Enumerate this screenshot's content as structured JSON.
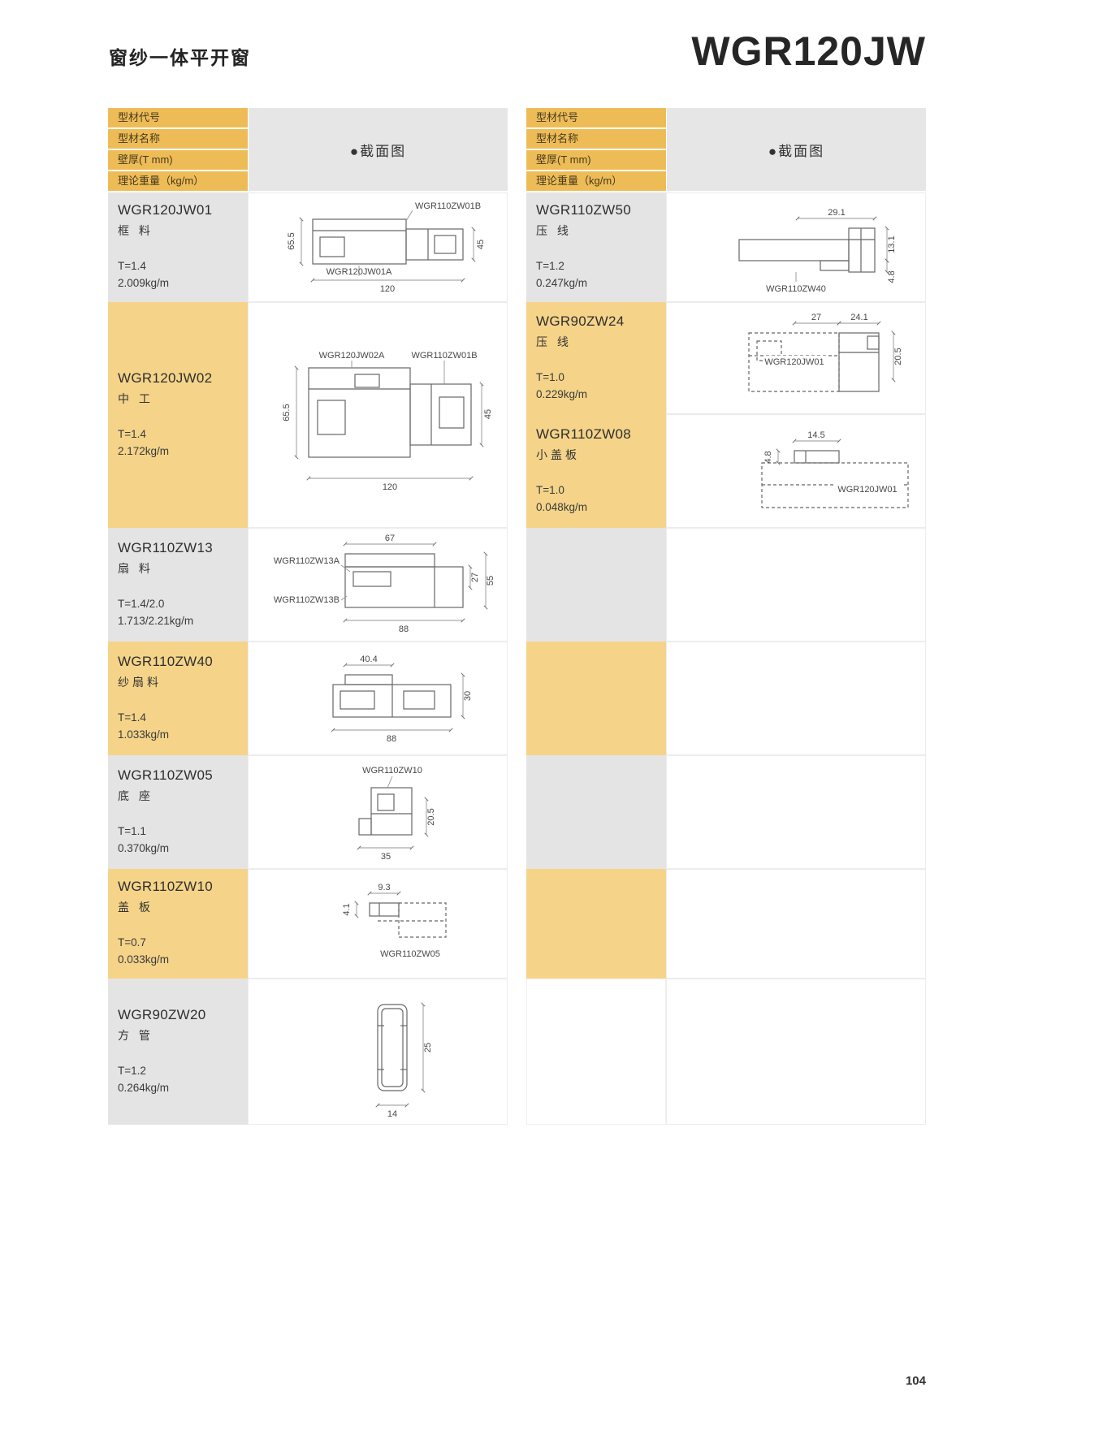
{
  "page": {
    "title": "窗纱一体平开窗",
    "model": "WGR120JW",
    "page_number": "104"
  },
  "header": {
    "col_rows": [
      "型材代号",
      "型材名称",
      "壁厚(T mm)",
      "理论重量（kg/m）"
    ],
    "section_label": "●截面图"
  },
  "left_rows": [
    {
      "code": "WGR120JW01",
      "name": "框 料",
      "thickness": "T=1.4",
      "weight": "2.009kg/m",
      "labels": {
        "a": "WGR110ZW01B",
        "b": "WGR120JW01A"
      },
      "dims": {
        "h_left": "65.5",
        "h_right": "45",
        "w_bottom": "120"
      }
    },
    {
      "code": "WGR120JW02",
      "name": "中 工",
      "thickness": "T=1.4",
      "weight": "2.172kg/m",
      "labels": {
        "a": "WGR120JW02A",
        "b": "WGR110ZW01B"
      },
      "dims": {
        "h_left": "65.5",
        "h_right": "45",
        "w_bottom": "120"
      }
    },
    {
      "code": "WGR110ZW13",
      "name": "扇 料",
      "thickness": "T=1.4/2.0",
      "weight": "1.713/2.21kg/m",
      "labels": {
        "a": "WGR110ZW13A",
        "b": "WGR110ZW13B"
      },
      "dims": {
        "w_top": "67",
        "h_inner": "27",
        "h_outer": "55",
        "w_bottom": "88"
      }
    },
    {
      "code": "WGR110ZW40",
      "name": "纱扇料",
      "thickness": "T=1.4",
      "weight": "1.033kg/m",
      "dims": {
        "w_top": "40.4",
        "h_right": "30",
        "w_bottom": "88"
      }
    },
    {
      "code": "WGR110ZW05",
      "name": "底 座",
      "thickness": "T=1.1",
      "weight": "0.370kg/m",
      "labels": {
        "a": "WGR110ZW10"
      },
      "dims": {
        "h_right": "20.5",
        "w_bottom": "35"
      }
    },
    {
      "code": "WGR110ZW10",
      "name": "盖 板",
      "thickness": "T=0.7",
      "weight": "0.033kg/m",
      "labels": {
        "a": "WGR110ZW05"
      },
      "dims": {
        "w_top": "9.3",
        "h_left": "4.1"
      }
    },
    {
      "code": "WGR90ZW20",
      "name": "方 管",
      "thickness": "T=1.2",
      "weight": "0.264kg/m",
      "dims": {
        "h_right": "25",
        "w_bottom": "14"
      }
    }
  ],
  "right_rows": [
    {
      "code": "WGR110ZW50",
      "name": "压 线",
      "thickness": "T=1.2",
      "weight": "0.247kg/m",
      "labels": {
        "a": "WGR110ZW40"
      },
      "dims": {
        "w_top": "29.1",
        "h_top": "13.1",
        "h_bottom": "4.8"
      }
    },
    {
      "code": "WGR90ZW24",
      "name": "压 线",
      "thickness": "T=1.0",
      "weight": "0.229kg/m",
      "labels": {
        "a": "WGR120JW01"
      },
      "dims": {
        "w_top_1": "27",
        "w_top_2": "24.1",
        "h_right": "20.5"
      }
    },
    {
      "code": "WGR110ZW08",
      "name": "小盖板",
      "thickness": "T=1.0",
      "weight": "0.048kg/m",
      "labels": {
        "a": "WGR120JW01"
      },
      "dims": {
        "w_top": "14.5",
        "h_left": "4.8"
      }
    }
  ]
}
